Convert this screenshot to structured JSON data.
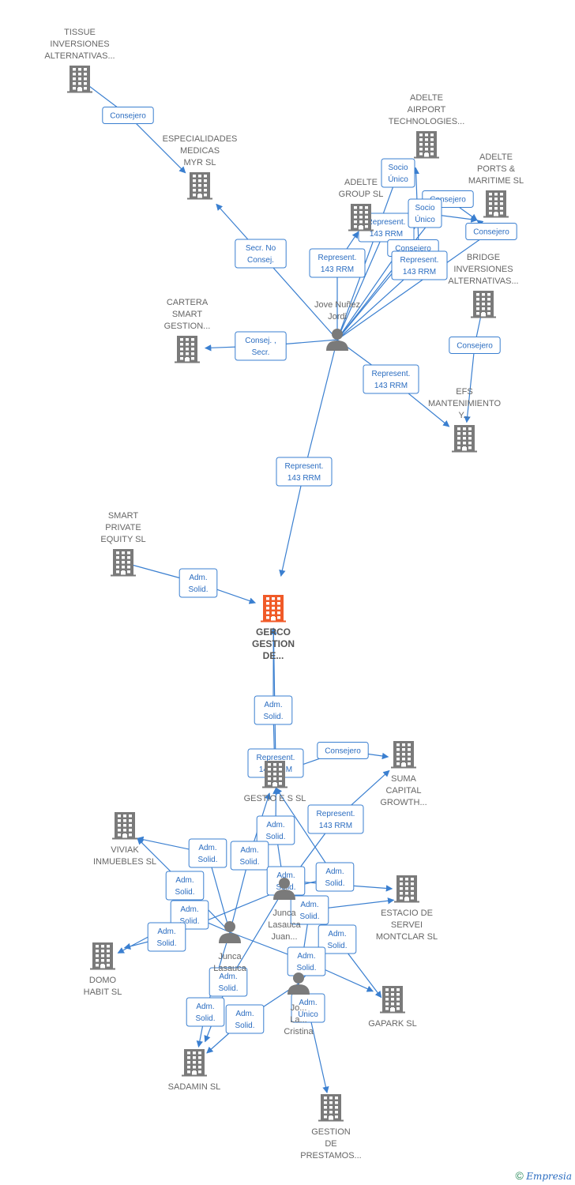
{
  "nodes": [
    {
      "id": "tissue",
      "type": "company",
      "label": [
        "TISSUE",
        "INVERSIONES",
        "ALTERNATIVAS..."
      ]
    },
    {
      "id": "especialidades",
      "type": "company",
      "label": [
        "ESPECIALIDADES",
        "MEDICAS",
        "MYR SL"
      ]
    },
    {
      "id": "adelte_airport",
      "type": "company",
      "label": [
        "ADELTE",
        "AIRPORT",
        "TECHNOLOGIES..."
      ]
    },
    {
      "id": "adelte_ports",
      "type": "company",
      "label": [
        "ADELTE",
        "PORTS &",
        "MARITIME  SL"
      ]
    },
    {
      "id": "adelte_group",
      "type": "company",
      "label": [
        "ADELTE",
        "GROUP SL"
      ]
    },
    {
      "id": "bridge",
      "type": "company",
      "label": [
        "BRIDGE",
        "INVERSIONES",
        "ALTERNATIVAS..."
      ]
    },
    {
      "id": "cartera",
      "type": "company",
      "label": [
        "CARTERA",
        "SMART",
        "GESTION..."
      ]
    },
    {
      "id": "jove",
      "type": "person",
      "label": [
        "Jove Nuñez",
        "Jordi"
      ]
    },
    {
      "id": "efs",
      "type": "company",
      "label": [
        "EFS",
        "MANTENIMIENTO",
        "Y..."
      ]
    },
    {
      "id": "smart_private",
      "type": "company",
      "label": [
        "SMART",
        "PRIVATE",
        "EQUITY  SL"
      ]
    },
    {
      "id": "gerco",
      "type": "main",
      "label": [
        "GERCO",
        "GESTION",
        "DE..."
      ]
    },
    {
      "id": "gestio_es",
      "type": "company",
      "label": [
        "GESTIO E S SL"
      ]
    },
    {
      "id": "suma",
      "type": "company",
      "label": [
        "SUMA",
        "CAPITAL",
        "GROWTH..."
      ]
    },
    {
      "id": "viviak",
      "type": "company",
      "label": [
        "VIVIAK",
        "INMUEBLES SL"
      ]
    },
    {
      "id": "junca_juan",
      "type": "person",
      "label": [
        "Junca",
        "Lasauca",
        "Juan..."
      ]
    },
    {
      "id": "estacio",
      "type": "company",
      "label": [
        "ESTACIO DE",
        "SERVEI",
        "MONTCLAR SL"
      ]
    },
    {
      "id": "domo",
      "type": "company",
      "label": [
        "DOMO",
        "HABIT  SL"
      ]
    },
    {
      "id": "junca_las",
      "type": "person",
      "label": [
        "Junca",
        "Lasauca"
      ]
    },
    {
      "id": "cristina",
      "type": "person",
      "label": [
        "Jo...",
        "La...",
        "Cristina"
      ]
    },
    {
      "id": "gapark",
      "type": "company",
      "label": [
        "GAPARK  SL"
      ]
    },
    {
      "id": "sadamin",
      "type": "company",
      "label": [
        "SADAMIN  SL"
      ]
    },
    {
      "id": "gestion_prestamos",
      "type": "company",
      "label": [
        "GESTION",
        "DE",
        "PRESTAMOS..."
      ]
    }
  ],
  "edges": [
    {
      "from": "tissue",
      "to": "especialidades",
      "label": [
        "Consejero"
      ]
    },
    {
      "from": "jove",
      "to": "especialidades",
      "label": [
        "Secr.  No",
        "Consej."
      ]
    },
    {
      "from": "jove",
      "to": "adelte_airport",
      "label": [
        "Socio",
        "Único"
      ]
    },
    {
      "from": "jove",
      "to": "adelte_ports",
      "label": [
        "Consejero"
      ]
    },
    {
      "from": "jove",
      "to": "adelte_group",
      "label": [
        "Represent.",
        "143 RRM"
      ]
    },
    {
      "from": "jove",
      "to": "adelte_group",
      "label": [
        "Represent.",
        "143 RRM"
      ]
    },
    {
      "from": "jove",
      "to": "adelte_ports",
      "label": [
        "Socio",
        "Único"
      ]
    },
    {
      "from": "jove",
      "to": "adelte_group",
      "label": [
        "Consejero"
      ]
    },
    {
      "from": "jove",
      "to": "adelte_airport",
      "label": [
        "Represent.",
        "143 RRM"
      ]
    },
    {
      "from": "jove",
      "to": "adelte_ports",
      "label": [
        "Consejero"
      ]
    },
    {
      "from": "jove",
      "to": "cartera",
      "label": [
        "Consej. ,",
        "Secr."
      ]
    },
    {
      "from": "bridge",
      "to": "efs",
      "label": [
        "Consejero"
      ]
    },
    {
      "from": "jove",
      "to": "efs",
      "label": [
        "Represent.",
        "143 RRM"
      ]
    },
    {
      "from": "jove",
      "to": "gerco",
      "label": [
        "Represent.",
        "143 RRM"
      ]
    },
    {
      "from": "smart_private",
      "to": "gerco",
      "label": [
        "Adm.",
        "Solid."
      ]
    },
    {
      "from": "gestio_es",
      "to": "gerco",
      "label": [
        "Adm.",
        "Solid."
      ]
    },
    {
      "from": "gestio_es",
      "to": "gerco",
      "label": [
        "Represent.",
        "143 RRM"
      ]
    },
    {
      "from": "gestio_es",
      "to": "suma",
      "label": [
        "Consejero"
      ]
    },
    {
      "from": "junca_juan",
      "to": "suma",
      "label": [
        "Represent.",
        "143 RRM"
      ]
    },
    {
      "from": "junca_juan",
      "to": "gestio_es",
      "label": [
        "Adm.",
        "Solid."
      ]
    },
    {
      "from": "junca_las",
      "to": "viviak",
      "label": [
        "Adm.",
        "Solid."
      ]
    },
    {
      "from": "junca_las",
      "to": "gestio_es",
      "label": [
        "Adm.",
        "Solid."
      ]
    },
    {
      "from": "junca_las",
      "to": "viviak",
      "label": [
        "Adm.",
        "Solid."
      ]
    },
    {
      "from": "junca_juan",
      "to": "estacio",
      "label": [
        "Adm.",
        "Solid."
      ]
    },
    {
      "from": "junca_juan",
      "to": "gestio_es",
      "label": [
        "Adm.",
        "Solid."
      ]
    },
    {
      "from": "junca_las",
      "to": "domo",
      "label": [
        "Adm.",
        "Solid."
      ]
    },
    {
      "from": "junca_juan",
      "to": "domo",
      "label": [
        "Adm.",
        "Solid."
      ]
    },
    {
      "from": "cristina",
      "to": "estacio",
      "label": [
        "Adm.",
        "Solid."
      ]
    },
    {
      "from": "cristina",
      "to": "gapark",
      "label": [
        "Adm.",
        "Solid."
      ]
    },
    {
      "from": "junca_las",
      "to": "gapark",
      "label": [
        "Adm.",
        "Solid."
      ]
    },
    {
      "from": "junca_juan",
      "to": "sadamin",
      "label": [
        "Adm.",
        "Solid."
      ]
    },
    {
      "from": "junca_las",
      "to": "sadamin",
      "label": [
        "Adm.",
        "Solid."
      ]
    },
    {
      "from": "cristina",
      "to": "sadamin",
      "label": [
        "Adm.",
        "Solid."
      ]
    },
    {
      "from": "cristina",
      "to": "gestion_prestamos",
      "label": [
        "Adm.",
        "Unico"
      ]
    }
  ],
  "colors": {
    "edge": "#3a7fd0",
    "company": "#7a7a7a",
    "main": "#f05a28",
    "person": "#7a7a7a"
  },
  "footer": {
    "copyright": "©",
    "brand": "Empresia"
  }
}
